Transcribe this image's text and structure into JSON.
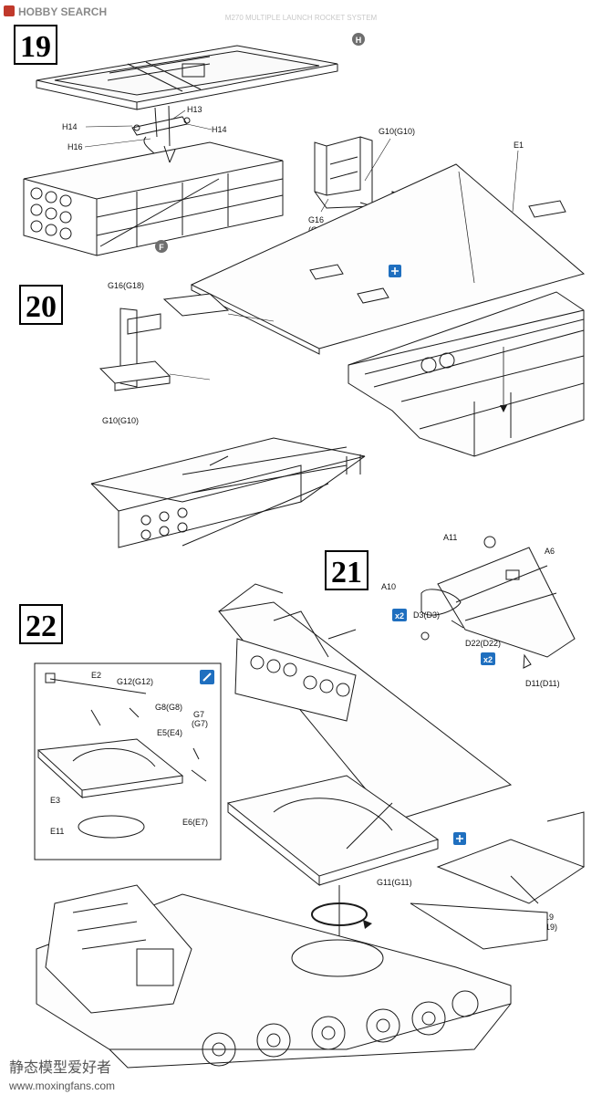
{
  "watermark": {
    "top_brand": "HOBBY SEARCH",
    "bottom_cn": "静态模型爱好者",
    "bottom_url": "www.moxingfans.com"
  },
  "header_faint": "M270 MULTIPLE LAUNCH ROCKET SYSTEM",
  "steps": {
    "s19": {
      "number": "19",
      "markers": {
        "H": "H",
        "F": "F"
      },
      "labels": {
        "h14a": "H14",
        "h13": "H13",
        "h14b": "H14",
        "h16": "H16",
        "g10": "G10(G10)",
        "g16": "G16",
        "g18": "(G18)",
        "e1": "E1"
      }
    },
    "s20": {
      "number": "20",
      "labels": {
        "g16g18": "G16(G18)",
        "g10g10": "G10(G10)"
      }
    },
    "s21": {
      "number": "21",
      "labels": {
        "a11": "A11",
        "a6": "A6",
        "a10": "A10",
        "d3": "D3(D3)",
        "d22": "D22(D22)",
        "d11": "D11(D11)",
        "x2a": "x2",
        "x2b": "x2"
      }
    },
    "s22": {
      "number": "22",
      "labels": {
        "e2": "E2",
        "g12": "G12(G12)",
        "g8": "G8(G8)",
        "g7": "G7",
        "g7b": "(G7)",
        "e5": "E5(E4)",
        "e3": "E3",
        "e6": "E6(E7)",
        "e11": "E11",
        "g11": "G11(G11)",
        "g19": "G19",
        "g19b": "(G19)"
      }
    }
  },
  "colors": {
    "ink": "#1a1a1a",
    "badge_blue": "#1f6fbf",
    "marker_grey": "#6e6e6e"
  }
}
